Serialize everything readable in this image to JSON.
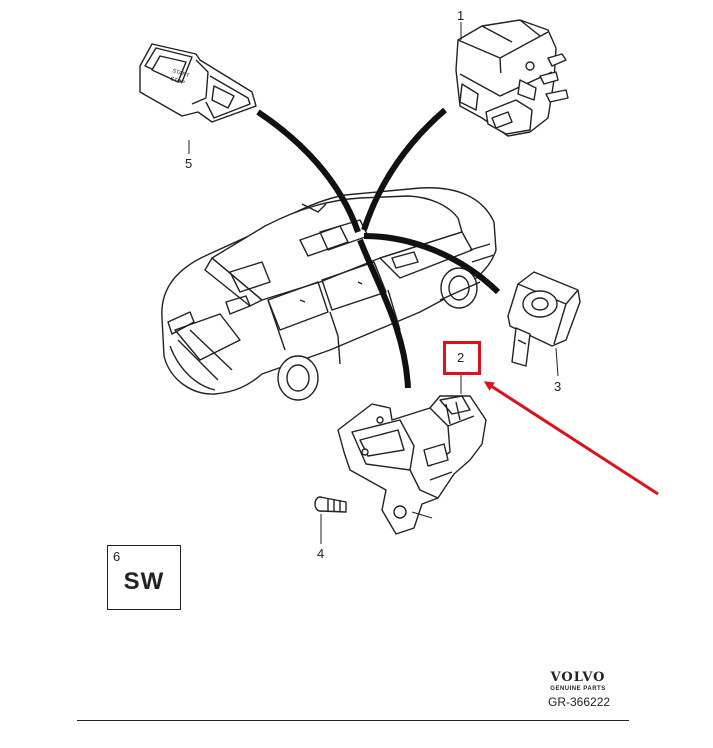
{
  "diagram": {
    "callouts": [
      {
        "id": "1",
        "label": "1"
      },
      {
        "id": "2",
        "label": "2"
      },
      {
        "id": "3",
        "label": "3"
      },
      {
        "id": "4",
        "label": "4"
      },
      {
        "id": "5",
        "label": "5"
      }
    ],
    "start_stop_button_text": [
      "START",
      "STOP"
    ],
    "sw_box": {
      "number": "6",
      "text": "SW"
    },
    "brand": {
      "name": "VOLVO",
      "subtitle": "GENUINE PARTS"
    },
    "reference_code": "GR-366222",
    "colors": {
      "line": "#222222",
      "highlight": "#e0101b",
      "background": "#ffffff"
    }
  }
}
